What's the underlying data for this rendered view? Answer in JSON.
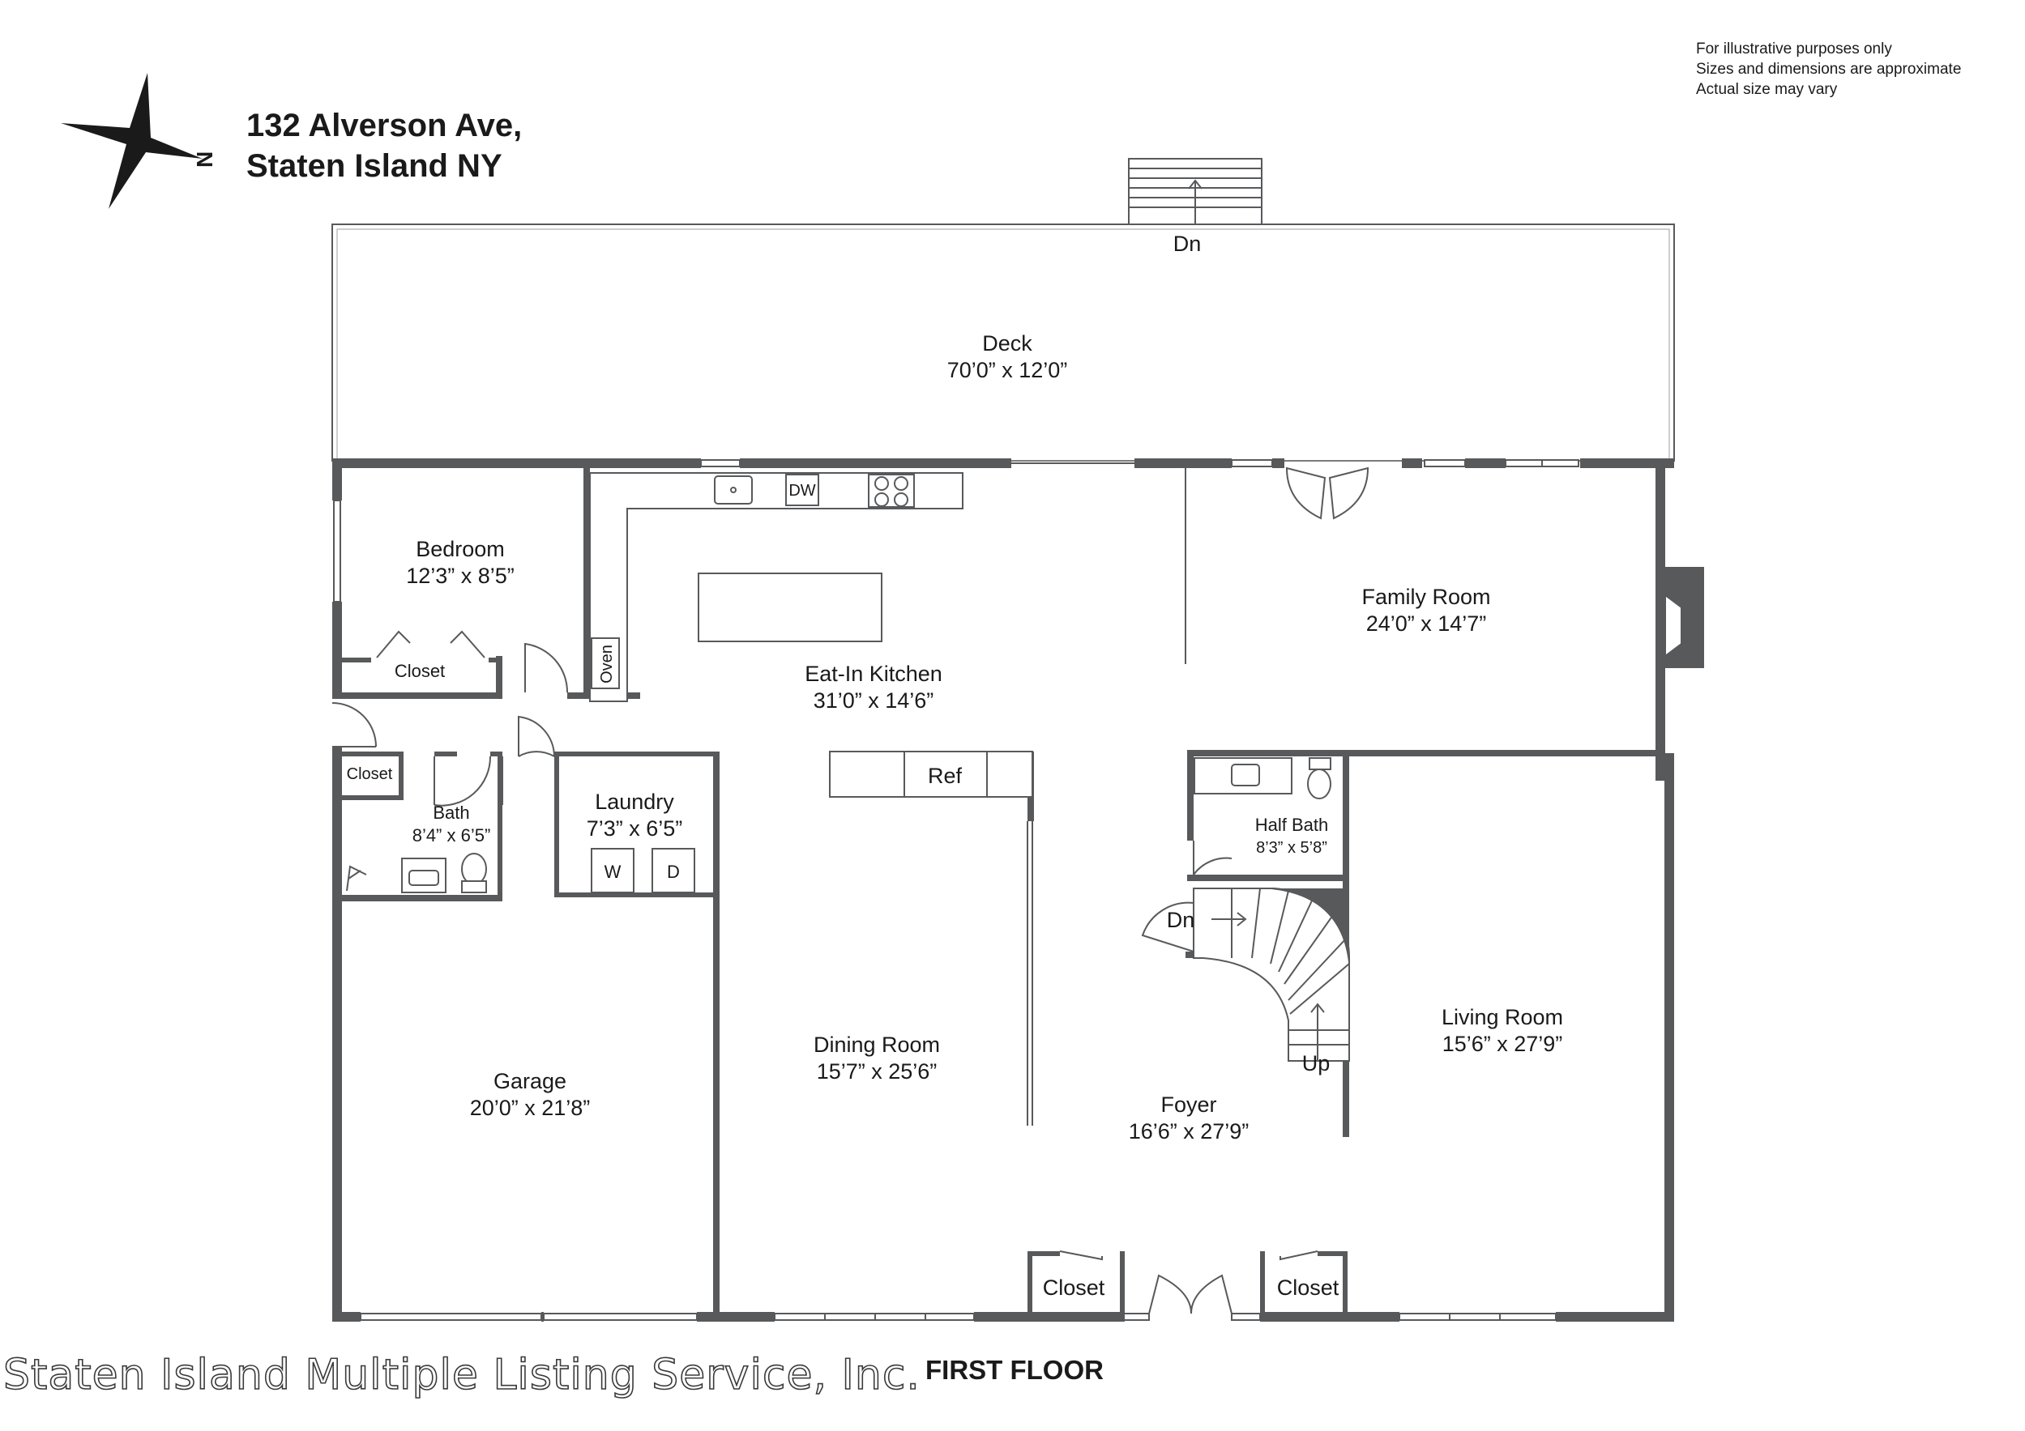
{
  "address": {
    "line1": "132 Alverson Ave,",
    "line2": "Staten Island NY"
  },
  "disclaimer": [
    "For illustrative purposes only",
    "Sizes and dimensions are approximate",
    "Actual size may vary"
  ],
  "compass": {
    "icon": "north-arrow-icon",
    "letter": "N"
  },
  "rooms": {
    "deck": {
      "name": "Deck",
      "dims": "70’0” x 12’0”"
    },
    "bedroom": {
      "name": "Bedroom",
      "dims": "12’3” x 8’5”"
    },
    "kitchen": {
      "name": "Eat-In Kitchen",
      "dims": "31’0” x 14’6”"
    },
    "family": {
      "name": "Family Room",
      "dims": "24’0” x 14’7”"
    },
    "bath": {
      "name": "Bath",
      "dims": "8’4” x 6’5”"
    },
    "laundry": {
      "name": "Laundry",
      "dims": "7’3” x 6’5”"
    },
    "half_bath": {
      "name": "Half Bath",
      "dims": "8’3” x 5’8”"
    },
    "garage": {
      "name": "Garage",
      "dims": "20’0” x 21’8”"
    },
    "dining": {
      "name": "Dining Room",
      "dims": "15’7” x 25’6”"
    },
    "foyer": {
      "name": "Foyer",
      "dims": "16’6” x 27’9”"
    },
    "living": {
      "name": "Living Room",
      "dims": "15’6” x 27’9”"
    }
  },
  "labels": {
    "closet": "Closet",
    "dw": "DW",
    "oven": "Oven",
    "ref": "Ref",
    "washer": "W",
    "dryer": "D",
    "dn": "Dn",
    "up": "Up"
  },
  "floor_label": "FIRST FLOOR",
  "watermark": "Staten Island Multiple Listing Service, Inc."
}
